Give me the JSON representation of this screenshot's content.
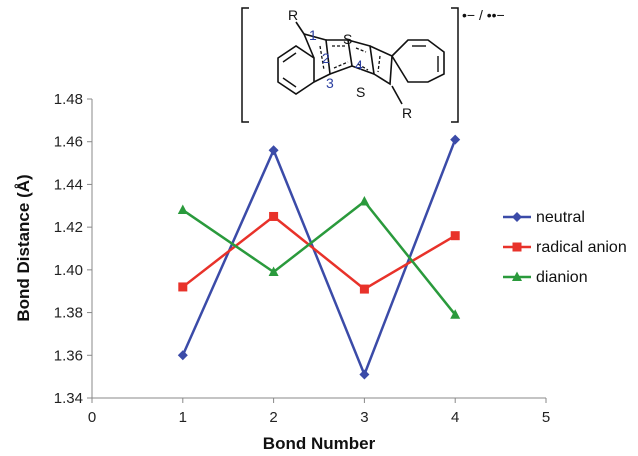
{
  "structure": {
    "substituent_top": "R",
    "substituent_bottom": "R",
    "sulfur_top": "S",
    "sulfur_bottom": "S",
    "bond_labels": [
      "1",
      "2",
      "3",
      "4"
    ],
    "charge": "•− / ••−"
  },
  "chart_data": {
    "type": "line",
    "xlabel": "Bond Number",
    "ylabel": "Bond Distance (Å)",
    "xlim": [
      0,
      5
    ],
    "ylim": [
      1.34,
      1.48
    ],
    "xticks": [
      "0",
      "1",
      "2",
      "3",
      "4",
      "5"
    ],
    "yticks": [
      "1.34",
      "1.36",
      "1.38",
      "1.40",
      "1.42",
      "1.44",
      "1.46",
      "1.48"
    ],
    "grid": false,
    "legend_position": "right",
    "x": [
      1,
      2,
      3,
      4
    ],
    "series": [
      {
        "name": "neutral",
        "marker": "diamond",
        "color": "#3b4ba8",
        "values": [
          1.36,
          1.456,
          1.351,
          1.461
        ]
      },
      {
        "name": "radical anion",
        "marker": "square",
        "color": "#e8322a",
        "values": [
          1.392,
          1.425,
          1.391,
          1.416
        ]
      },
      {
        "name": "dianion",
        "marker": "triangle",
        "color": "#2a9a3c",
        "values": [
          1.428,
          1.399,
          1.432,
          1.379
        ]
      }
    ]
  }
}
